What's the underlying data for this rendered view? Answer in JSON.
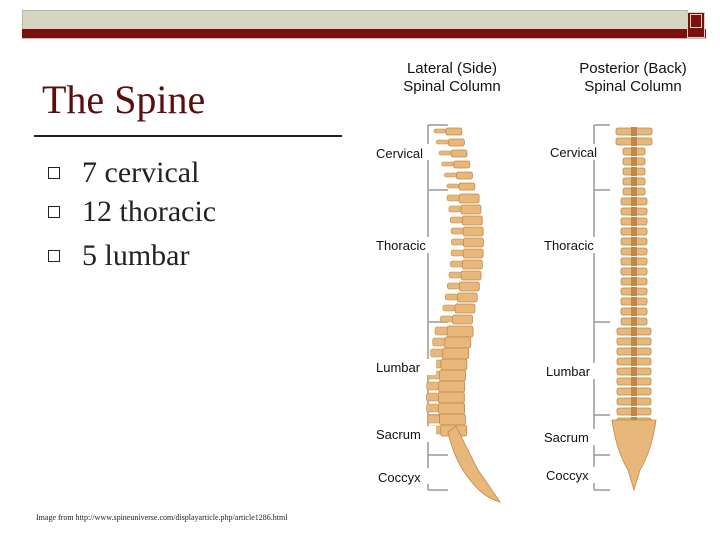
{
  "slide": {
    "title": "The Spine",
    "bullets": [
      "7 cervical",
      "12 thoracic",
      "5 lumbar"
    ],
    "credit": "Image from http://www.spineuniverse.com/displayarticle.php/article1286.html"
  },
  "figure": {
    "lateral_title": [
      "Lateral (Side)",
      "Spinal Column"
    ],
    "posterior_title": [
      "Posterior (Back)",
      "Spinal Column"
    ],
    "lateral_labels": [
      "Cervical",
      "Thoracic",
      "Lumbar",
      "Sacrum",
      "Coccyx"
    ],
    "posterior_labels": [
      "Cervical",
      "Thoracic",
      "Lumbar",
      "Sacrum",
      "Coccyx"
    ]
  },
  "colors": {
    "accent": "#7a1010",
    "bone": "#e8b77a",
    "bone_dark": "#c08848",
    "band": "#d6d5c5"
  }
}
